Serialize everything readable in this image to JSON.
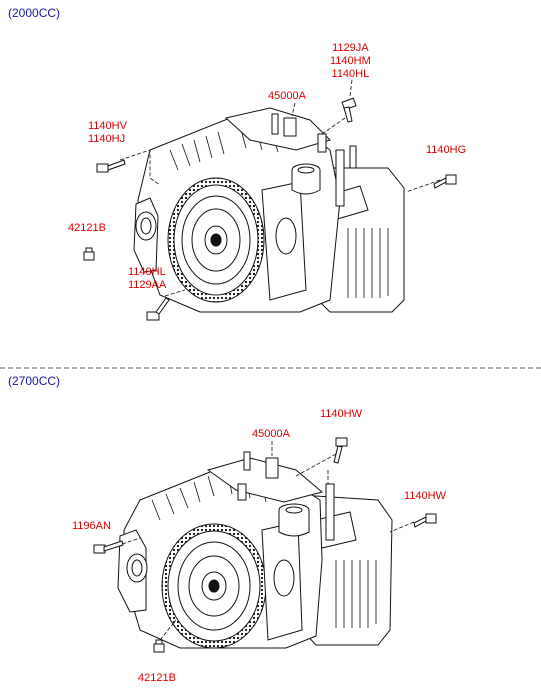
{
  "sections": [
    {
      "title": "(2000CC)",
      "callouts": {
        "bolt_top": [
          "1129JA",
          "1140HM",
          "1140HL"
        ],
        "assembly": "45000A",
        "bolt_left_top": [
          "1140HV",
          "1140HJ"
        ],
        "bolt_right": "1140HG",
        "plug": "42121B",
        "bolt_bottom": [
          "1140HL",
          "1129AA"
        ]
      }
    },
    {
      "title": "(2700CC)",
      "callouts": {
        "bolt_top": "1140HW",
        "assembly": "45000A",
        "bolt_right": "1140HW",
        "bolt_left": "1196AN",
        "plug": "42121B"
      }
    }
  ],
  "colors": {
    "callout": "#e00000",
    "section_title": "#1a1aa8",
    "line": "#000000"
  }
}
